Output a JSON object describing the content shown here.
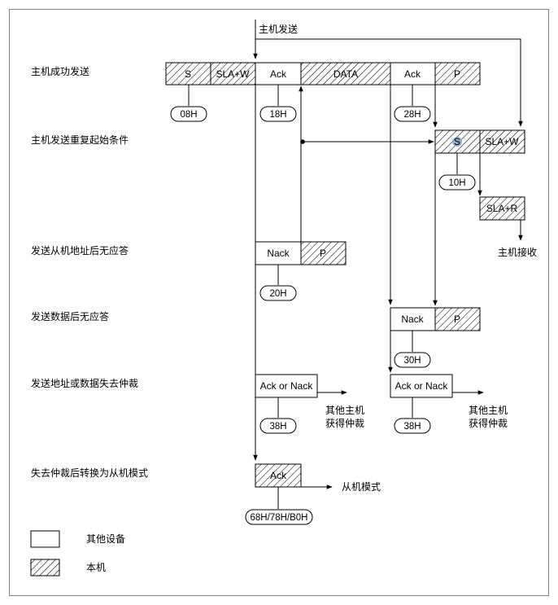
{
  "row_labels": {
    "host_send": "主机发送",
    "success": "主机成功发送",
    "repeated_start": "主机发送重复起始条件",
    "addr_nack": "发送从机地址后无应答",
    "data_nack": "发送数据后无应答",
    "arb_lost": "发送地址或数据失去仲裁",
    "arb_lost_slave": "失去仲裁后转换为从机模式"
  },
  "frames": {
    "start": "S",
    "sla_w": "SLA+W",
    "ack": "Ack",
    "data": "DATA",
    "stop": "P",
    "sla_r": "SLA+R",
    "nack": "Nack",
    "ack_or_nack": "Ack or Nack"
  },
  "status_codes": {
    "c08": "08H",
    "c18": "18H",
    "c28": "28H",
    "c10": "10H",
    "c20": "20H",
    "c30": "30H",
    "c38": "38H",
    "c68": "68H/78H/B0H"
  },
  "outcomes": {
    "host_receive": "主机接收",
    "other_master_line1": "其他主机",
    "other_master_line2": "获得仲裁",
    "slave_mode": "从机模式"
  },
  "legend": {
    "other_device": "其他设备",
    "this_device": "本机"
  },
  "colors": {
    "line": "#000000",
    "hatch": "#000000",
    "frame_border": "#808080",
    "highlight_s": "#7fa7c9"
  }
}
